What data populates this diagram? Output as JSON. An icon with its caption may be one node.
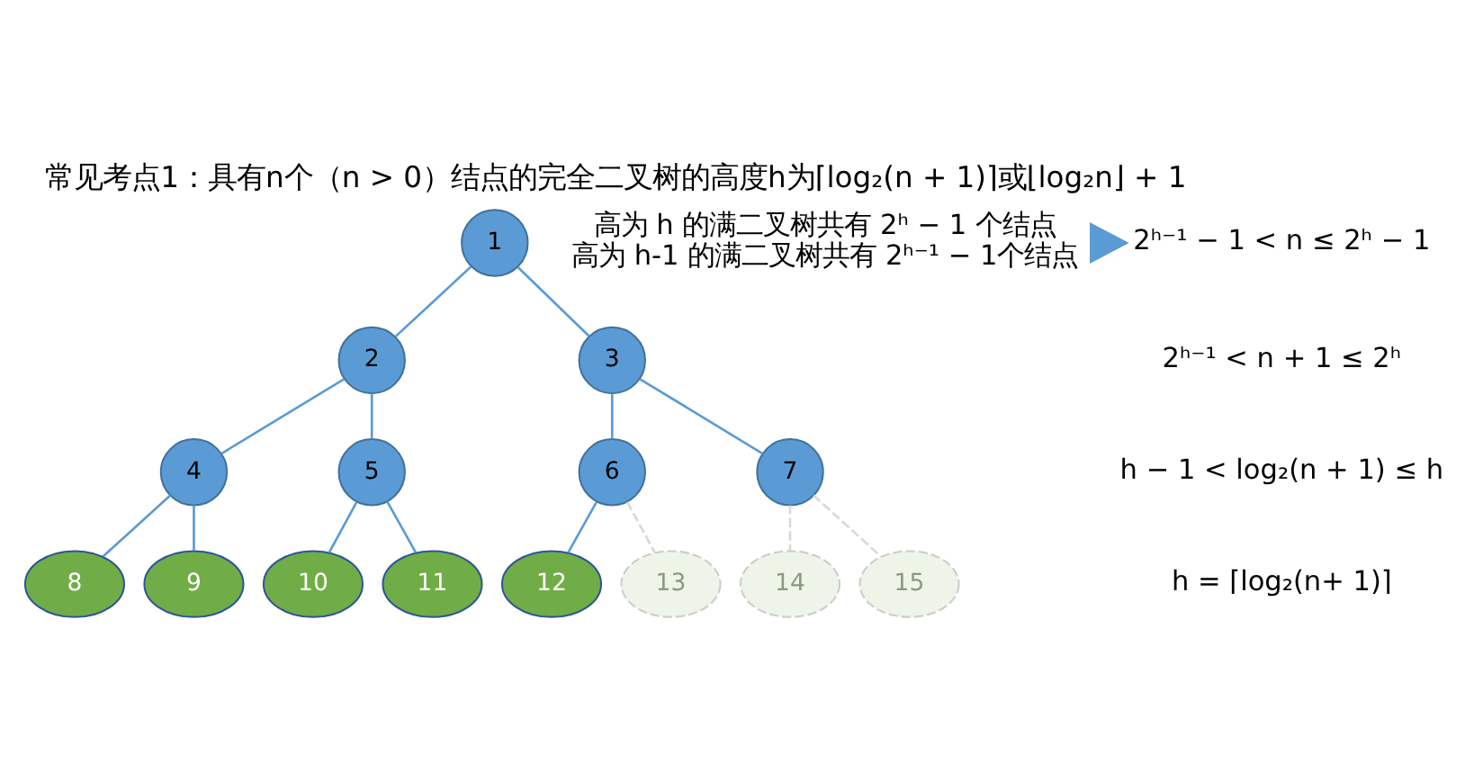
{
  "diagram": {
    "title": "常见考点1：具有n个（n > 0）结点的完全二叉树的高度h为⌈log₂(n + 1)⌉或⌊log₂n⌋ + 1",
    "nodes": [
      {
        "text": [
          "1"
        ]
      },
      {
        "text": [
          "2"
        ]
      },
      {
        "text": [
          "3"
        ]
      },
      {
        "text": [
          "4"
        ]
      },
      {
        "text": [
          "5"
        ]
      },
      {
        "text": [
          "6"
        ]
      },
      {
        "text": [
          "7"
        ]
      },
      {
        "text": [
          "8"
        ]
      },
      {
        "text": [
          "9"
        ]
      },
      {
        "text": [
          "10"
        ]
      },
      {
        "text": [
          "11"
        ]
      },
      {
        "text": [
          "12"
        ]
      },
      {
        "text": [
          "13"
        ]
      },
      {
        "text": [
          "14"
        ]
      },
      {
        "text": [
          "15"
        ]
      },
      {
        "text": [
          "高为 h 的满二叉树共有 2ʰ − 1 个结点",
          "高为 h-1 的满二叉树共有 2ʰ⁻¹ − 1个结点"
        ]
      },
      {
        "text": [
          "2ʰ⁻¹ − 1 < n ≤ 2ʰ − 1"
        ]
      }
    ],
    "edges": [
      {
        "from": 0,
        "to": 1,
        "arrow": "none"
      },
      {
        "from": 0,
        "to": 2,
        "arrow": "none"
      },
      {
        "from": 1,
        "to": 3,
        "arrow": "none"
      },
      {
        "from": 1,
        "to": 4,
        "arrow": "none"
      },
      {
        "from": 2,
        "to": 5,
        "arrow": "none"
      },
      {
        "from": 2,
        "to": 6,
        "arrow": "none"
      },
      {
        "from": 3,
        "to": 7,
        "arrow": "none"
      },
      {
        "from": 3,
        "to": 8,
        "arrow": "none"
      },
      {
        "from": 4,
        "to": 9,
        "arrow": "none"
      },
      {
        "from": 4,
        "to": 10,
        "arrow": "none"
      },
      {
        "from": 5,
        "to": 11,
        "arrow": "none"
      },
      {
        "from": 5,
        "to": 12,
        "arrow": "none",
        "style": "dashed",
        "color": "#d9d9d9"
      },
      {
        "from": 6,
        "to": 13,
        "arrow": "none",
        "style": "dashed",
        "color": "#d9d9d9"
      },
      {
        "from": 6,
        "to": 14,
        "arrow": "none",
        "style": "dashed",
        "color": "#d9d9d9"
      },
      {
        "from": 15,
        "to": 16,
        "arrow": "to",
        "style": "thick",
        "color": "#5b9bd5"
      }
    ],
    "labels": [
      "2ʰ⁻¹ < n + 1 ≤ 2ʰ",
      "h − 1 < log₂(n + 1) ≤ h",
      "h = ⌈log₂(n+ 1)⌉"
    ]
  }
}
